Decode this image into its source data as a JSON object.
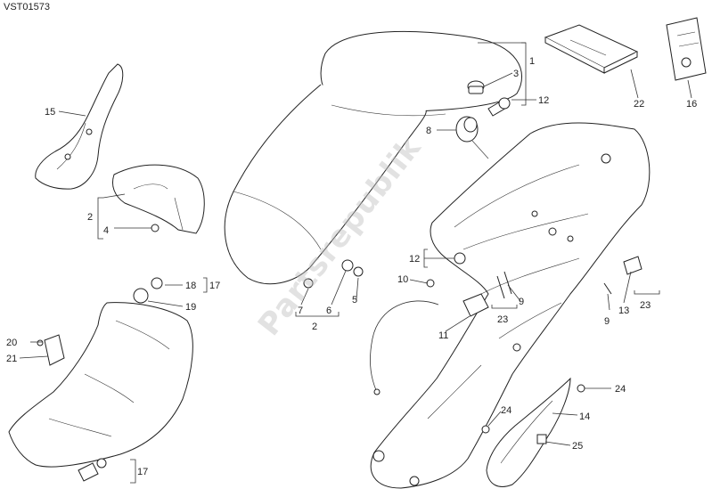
{
  "diagram_code": "VST01573",
  "watermark": "Partsrepublik",
  "callouts": [
    {
      "id": "c1",
      "label": "1"
    },
    {
      "id": "c2",
      "label": "2"
    },
    {
      "id": "c2b",
      "label": "2"
    },
    {
      "id": "c3",
      "label": "3"
    },
    {
      "id": "c4",
      "label": "4"
    },
    {
      "id": "c5",
      "label": "5"
    },
    {
      "id": "c6",
      "label": "6"
    },
    {
      "id": "c7",
      "label": "7"
    },
    {
      "id": "c8",
      "label": "8"
    },
    {
      "id": "c9a",
      "label": "9"
    },
    {
      "id": "c9b",
      "label": "9"
    },
    {
      "id": "c10",
      "label": "10"
    },
    {
      "id": "c11",
      "label": "11"
    },
    {
      "id": "c12a",
      "label": "12"
    },
    {
      "id": "c12b",
      "label": "12"
    },
    {
      "id": "c13",
      "label": "13"
    },
    {
      "id": "c14",
      "label": "14"
    },
    {
      "id": "c15",
      "label": "15"
    },
    {
      "id": "c16",
      "label": "16"
    },
    {
      "id": "c17a",
      "label": "17"
    },
    {
      "id": "c17b",
      "label": "17"
    },
    {
      "id": "c18",
      "label": "18"
    },
    {
      "id": "c19",
      "label": "19"
    },
    {
      "id": "c20",
      "label": "20"
    },
    {
      "id": "c21",
      "label": "21"
    },
    {
      "id": "c22",
      "label": "22"
    },
    {
      "id": "c23a",
      "label": "23"
    },
    {
      "id": "c23b",
      "label": "23"
    },
    {
      "id": "c24a",
      "label": "24"
    },
    {
      "id": "c24b",
      "label": "24"
    },
    {
      "id": "c25",
      "label": "25"
    }
  ]
}
